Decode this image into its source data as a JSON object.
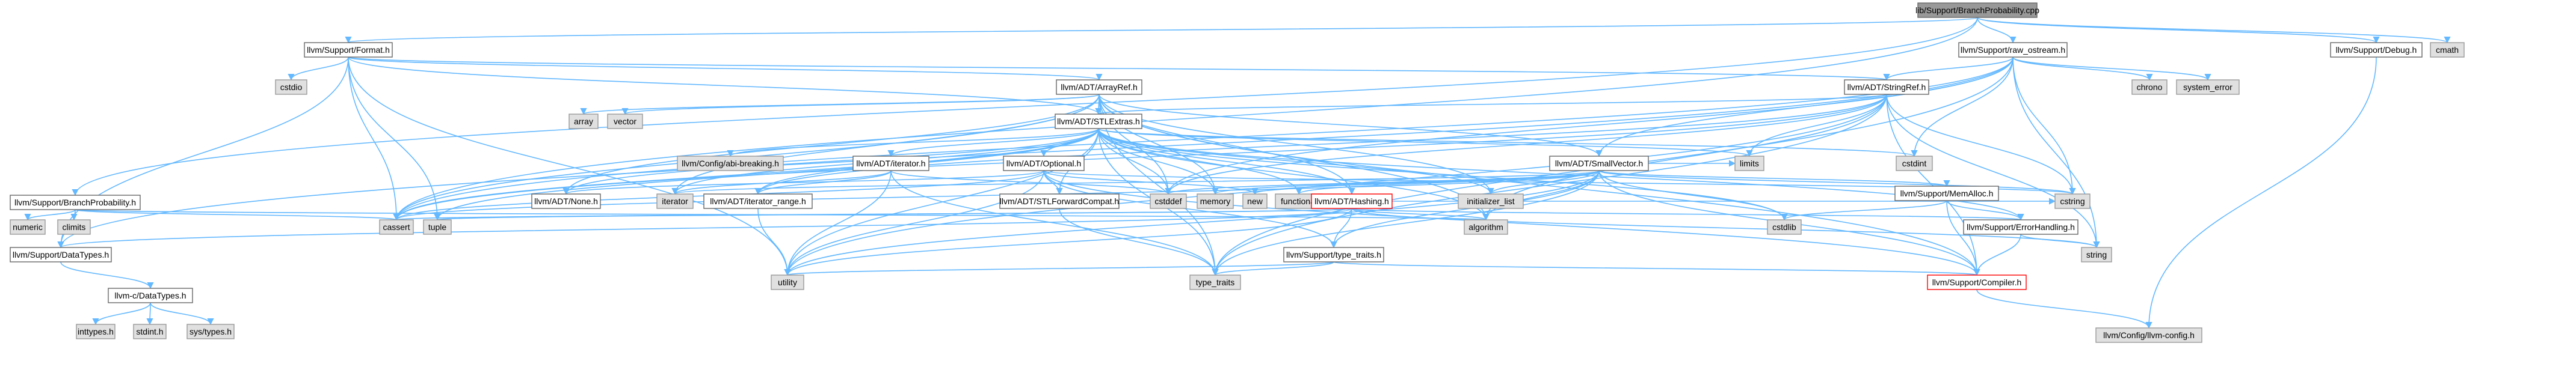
{
  "graph": {
    "colors": {
      "edge": "#63b8ff",
      "node_fill": "#ffffff",
      "node_stroke": "#666666",
      "system_fill": "#e0e0e0",
      "system_stroke": "#999999",
      "root_fill": "#999999",
      "root_stroke": "#666666",
      "truncated_stroke": "#ff0000"
    },
    "nodes": [
      {
        "id": "root",
        "label": "lib/Support/BranchProbability.cpp",
        "style": "root"
      },
      {
        "id": "format",
        "label": "llvm/Support/Format.h",
        "style": "normal"
      },
      {
        "id": "raw_ostream",
        "label": "llvm/Support/raw_ostream.h",
        "style": "normal"
      },
      {
        "id": "debug",
        "label": "llvm/Support/Debug.h",
        "style": "normal"
      },
      {
        "id": "cmath",
        "label": "cmath",
        "style": "system"
      },
      {
        "id": "bp_h",
        "label": "llvm/Support/BranchProbability.h",
        "style": "normal"
      },
      {
        "id": "cstdio",
        "label": "cstdio",
        "style": "system"
      },
      {
        "id": "arrayref",
        "label": "llvm/ADT/ArrayRef.h",
        "style": "normal"
      },
      {
        "id": "stringref",
        "label": "llvm/ADT/StringRef.h",
        "style": "normal"
      },
      {
        "id": "chrono",
        "label": "chrono",
        "style": "system"
      },
      {
        "id": "system_error",
        "label": "system_error",
        "style": "system"
      },
      {
        "id": "array",
        "label": "array",
        "style": "system"
      },
      {
        "id": "vector",
        "label": "vector",
        "style": "system"
      },
      {
        "id": "stlextras",
        "label": "llvm/ADT/STLExtras.h",
        "style": "normal"
      },
      {
        "id": "smallvector",
        "label": "llvm/ADT/SmallVector.h",
        "style": "normal"
      },
      {
        "id": "cstdint",
        "label": "cstdint",
        "style": "system"
      },
      {
        "id": "abi_breaking",
        "label": "llvm/Config/abi-breaking.h",
        "style": "system"
      },
      {
        "id": "adt_iterator",
        "label": "llvm/ADT/iterator.h",
        "style": "normal"
      },
      {
        "id": "optional",
        "label": "llvm/ADT/Optional.h",
        "style": "normal"
      },
      {
        "id": "memalloc",
        "label": "llvm/Support/MemAlloc.h",
        "style": "normal"
      },
      {
        "id": "none",
        "label": "llvm/ADT/None.h",
        "style": "normal"
      },
      {
        "id": "iterator",
        "label": "iterator",
        "style": "system"
      },
      {
        "id": "iterator_range",
        "label": "llvm/ADT/iterator_range.h",
        "style": "normal"
      },
      {
        "id": "stlforward",
        "label": "llvm/ADT/STLForwardCompat.h",
        "style": "normal"
      },
      {
        "id": "cstddef",
        "label": "cstddef",
        "style": "system"
      },
      {
        "id": "memory",
        "label": "memory",
        "style": "system"
      },
      {
        "id": "new",
        "label": "new",
        "style": "system"
      },
      {
        "id": "functional",
        "label": "functional",
        "style": "system"
      },
      {
        "id": "hashing",
        "label": "llvm/ADT/Hashing.h",
        "style": "truncated"
      },
      {
        "id": "initializer_list",
        "label": "initializer_list",
        "style": "system"
      },
      {
        "id": "limits",
        "label": "limits",
        "style": "system"
      },
      {
        "id": "cstring",
        "label": "cstring",
        "style": "system"
      },
      {
        "id": "datatypes_support",
        "label": "llvm/Support/DataTypes.h",
        "style": "normal"
      },
      {
        "id": "numeric",
        "label": "numeric",
        "style": "system"
      },
      {
        "id": "climits",
        "label": "climits",
        "style": "system"
      },
      {
        "id": "cassert",
        "label": "cassert",
        "style": "system"
      },
      {
        "id": "tuple",
        "label": "tuple",
        "style": "system"
      },
      {
        "id": "algorithm",
        "label": "algorithm",
        "style": "system"
      },
      {
        "id": "typetraits_support",
        "label": "llvm/Support/type_traits.h",
        "style": "normal"
      },
      {
        "id": "cstdlib",
        "label": "cstdlib",
        "style": "system"
      },
      {
        "id": "errorhandling",
        "label": "llvm/Support/ErrorHandling.h",
        "style": "normal"
      },
      {
        "id": "datatypes_c",
        "label": "llvm-c/DataTypes.h",
        "style": "normal"
      },
      {
        "id": "utility",
        "label": "utility",
        "style": "system"
      },
      {
        "id": "type_traits",
        "label": "type_traits",
        "style": "system"
      },
      {
        "id": "compiler",
        "label": "llvm/Support/Compiler.h",
        "style": "truncated"
      },
      {
        "id": "string",
        "label": "string",
        "style": "system"
      },
      {
        "id": "inttypes",
        "label": "inttypes.h",
        "style": "system"
      },
      {
        "id": "stdint",
        "label": "stdint.h",
        "style": "system"
      },
      {
        "id": "systypes",
        "label": "sys/types.h",
        "style": "system"
      },
      {
        "id": "llvm_config",
        "label": "llvm/Config/llvm-config.h",
        "style": "system"
      }
    ],
    "edges": [
      [
        "root",
        "format"
      ],
      [
        "root",
        "raw_ostream"
      ],
      [
        "root",
        "debug"
      ],
      [
        "root",
        "cmath"
      ],
      [
        "root",
        "bp_h"
      ],
      [
        "root",
        "cassert"
      ],
      [
        "format",
        "cstdio"
      ],
      [
        "format",
        "arrayref"
      ],
      [
        "format",
        "stringref"
      ],
      [
        "format",
        "stlextras"
      ],
      [
        "format",
        "datatypes_support"
      ],
      [
        "format",
        "cassert"
      ],
      [
        "format",
        "tuple"
      ],
      [
        "format",
        "utility"
      ],
      [
        "raw_ostream",
        "stringref"
      ],
      [
        "raw_ostream",
        "chrono"
      ],
      [
        "raw_ostream",
        "system_error"
      ],
      [
        "raw_ostream",
        "cassert"
      ],
      [
        "raw_ostream",
        "cstddef"
      ],
      [
        "raw_ostream",
        "cstdint"
      ],
      [
        "raw_ostream",
        "cstring"
      ],
      [
        "raw_ostream",
        "string"
      ],
      [
        "raw_ostream",
        "type_traits"
      ],
      [
        "raw_ostream",
        "smallvector"
      ],
      [
        "raw_ostream",
        "datatypes_support"
      ],
      [
        "debug",
        "llvm_config"
      ],
      [
        "bp_h",
        "datatypes_support"
      ],
      [
        "bp_h",
        "numeric"
      ],
      [
        "bp_h",
        "climits"
      ],
      [
        "bp_h",
        "cassert"
      ],
      [
        "bp_h",
        "algorithm"
      ],
      [
        "arrayref",
        "hashing"
      ],
      [
        "arrayref",
        "none"
      ],
      [
        "arrayref",
        "smallvector"
      ],
      [
        "arrayref",
        "stlextras"
      ],
      [
        "arrayref",
        "compiler"
      ],
      [
        "arrayref",
        "algorithm"
      ],
      [
        "arrayref",
        "array"
      ],
      [
        "arrayref",
        "cassert"
      ],
      [
        "arrayref",
        "cstddef"
      ],
      [
        "arrayref",
        "initializer_list"
      ],
      [
        "arrayref",
        "iterator"
      ],
      [
        "arrayref",
        "memory"
      ],
      [
        "arrayref",
        "type_traits"
      ],
      [
        "arrayref",
        "vector"
      ],
      [
        "stringref",
        "stlextras"
      ],
      [
        "stringref",
        "iterator_range"
      ],
      [
        "stringref",
        "compiler"
      ],
      [
        "stringref",
        "algorithm"
      ],
      [
        "stringref",
        "cassert"
      ],
      [
        "stringref",
        "cstddef"
      ],
      [
        "stringref",
        "cstring"
      ],
      [
        "stringref",
        "limits"
      ],
      [
        "stringref",
        "string"
      ],
      [
        "stringref",
        "type_traits"
      ],
      [
        "stringref",
        "utility"
      ],
      [
        "stlextras",
        "abi_breaking"
      ],
      [
        "stlextras",
        "adt_iterator"
      ],
      [
        "stlextras",
        "optional"
      ],
      [
        "stlextras",
        "hashing"
      ],
      [
        "stlextras",
        "none"
      ],
      [
        "stlextras",
        "stlforward"
      ],
      [
        "stlextras",
        "iterator_range"
      ],
      [
        "stlextras",
        "errorhandling"
      ],
      [
        "stlextras",
        "algorithm"
      ],
      [
        "stlextras",
        "cassert"
      ],
      [
        "stlextras",
        "cstddef"
      ],
      [
        "stlextras",
        "cstdint"
      ],
      [
        "stlextras",
        "cstdlib"
      ],
      [
        "stlextras",
        "functional"
      ],
      [
        "stlextras",
        "initializer_list"
      ],
      [
        "stlextras",
        "iterator"
      ],
      [
        "stlextras",
        "limits"
      ],
      [
        "stlextras",
        "memory"
      ],
      [
        "stlextras",
        "tuple"
      ],
      [
        "stlextras",
        "type_traits"
      ],
      [
        "stlextras",
        "utility"
      ],
      [
        "smallvector",
        "memalloc"
      ],
      [
        "smallvector",
        "compiler"
      ],
      [
        "smallvector",
        "typetraits_support"
      ],
      [
        "smallvector",
        "algorithm"
      ],
      [
        "smallvector",
        "cassert"
      ],
      [
        "smallvector",
        "cstddef"
      ],
      [
        "smallvector",
        "cstdlib"
      ],
      [
        "smallvector",
        "cstring"
      ],
      [
        "smallvector",
        "functional"
      ],
      [
        "smallvector",
        "initializer_list"
      ],
      [
        "smallvector",
        "iterator"
      ],
      [
        "smallvector",
        "limits"
      ],
      [
        "smallvector",
        "memory"
      ],
      [
        "smallvector",
        "new"
      ],
      [
        "smallvector",
        "type_traits"
      ],
      [
        "smallvector",
        "utility"
      ],
      [
        "adt_iterator",
        "iterator_range"
      ],
      [
        "adt_iterator",
        "cstddef"
      ],
      [
        "adt_iterator",
        "iterator"
      ],
      [
        "adt_iterator",
        "type_traits"
      ],
      [
        "adt_iterator",
        "utility"
      ],
      [
        "optional",
        "none"
      ],
      [
        "optional",
        "stlforward"
      ],
      [
        "optional",
        "compiler"
      ],
      [
        "optional",
        "typetraits_support"
      ],
      [
        "optional",
        "cassert"
      ],
      [
        "optional",
        "cstring"
      ],
      [
        "optional",
        "new"
      ],
      [
        "optional",
        "utility"
      ],
      [
        "memalloc",
        "compiler"
      ],
      [
        "memalloc",
        "errorhandling"
      ],
      [
        "memalloc",
        "cstdlib"
      ],
      [
        "iterator_range",
        "utility"
      ],
      [
        "stlforward",
        "type_traits"
      ],
      [
        "hashing",
        "errorhandling"
      ],
      [
        "hashing",
        "datatypes_support"
      ],
      [
        "hashing",
        "typetraits_support"
      ],
      [
        "hashing",
        "algorithm"
      ],
      [
        "hashing",
        "cassert"
      ],
      [
        "hashing",
        "cstring"
      ],
      [
        "hashing",
        "string"
      ],
      [
        "hashing",
        "tuple"
      ],
      [
        "hashing",
        "utility"
      ],
      [
        "datatypes_support",
        "datatypes_c"
      ],
      [
        "typetraits_support",
        "compiler"
      ],
      [
        "typetraits_support",
        "type_traits"
      ],
      [
        "typetraits_support",
        "utility"
      ],
      [
        "errorhandling",
        "compiler"
      ],
      [
        "errorhandling",
        "string"
      ],
      [
        "compiler",
        "llvm_config"
      ],
      [
        "datatypes_c",
        "inttypes"
      ],
      [
        "datatypes_c",
        "stdint"
      ],
      [
        "datatypes_c",
        "systypes"
      ]
    ]
  }
}
